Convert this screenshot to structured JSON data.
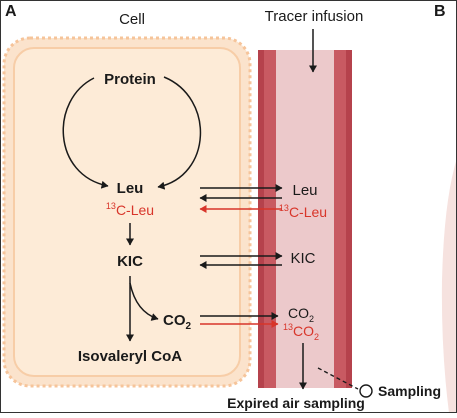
{
  "panel_a_label": "A",
  "panel_b_label": "B",
  "cell_label": "Cell",
  "tracer_label": "Tracer infusion",
  "cell_nodes": {
    "protein": "Protein",
    "leu": "Leu",
    "leu_13c_sup": "13",
    "leu_13c_rest": "C-Leu",
    "kic": "KIC",
    "co2_main": "CO",
    "co2_sub": "2",
    "isovaleryl": "Isovaleryl CoA"
  },
  "plasma_nodes": {
    "leu": "Leu",
    "leu_13c_sup": "13",
    "leu_13c_rest": "C-Leu",
    "kic": "KIC",
    "co2_main": "CO",
    "co2_sub": "2",
    "co2_13c_sup": "13",
    "co2_13c_main": "CO",
    "co2_13c_sub": "2"
  },
  "sampling_label": "Sampling",
  "expired_air_label": "Expired air sampling",
  "colors": {
    "cell_fill": "#fde9d4",
    "cell_border": "#f7c9a1",
    "vessel_outer": "#b33a45",
    "vessel_inner": "#e9c7c9",
    "tracer_red": "#d8352a",
    "text": "#1a1a1a"
  }
}
